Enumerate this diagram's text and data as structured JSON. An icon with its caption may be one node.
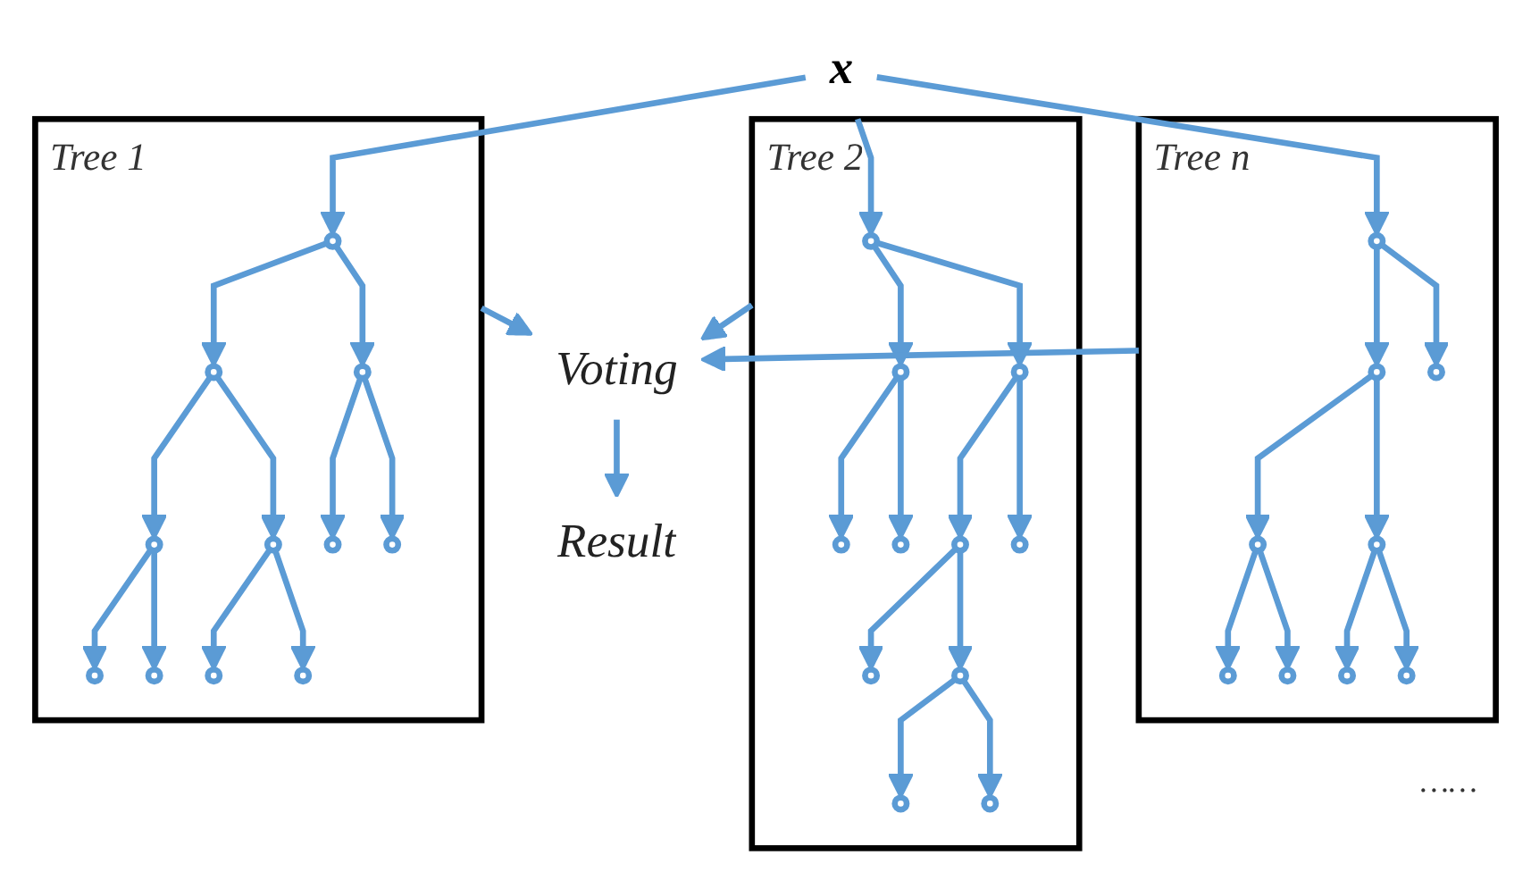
{
  "diagram": {
    "nodes": [
      {
        "text": [
          "x"
        ]
      },
      {
        "text": [
          "Tree 1"
        ]
      },
      {
        "text": [],
        "shape": "circle",
        "in": 1
      },
      {
        "text": [],
        "shape": "circle",
        "in": 1
      },
      {
        "text": [],
        "shape": "circle",
        "in": 1
      },
      {
        "text": [],
        "shape": "circle",
        "in": 1
      },
      {
        "text": [],
        "shape": "circle",
        "in": 1
      },
      {
        "text": [],
        "shape": "circle",
        "in": 1
      },
      {
        "text": [],
        "shape": "circle",
        "in": 1
      },
      {
        "text": [],
        "shape": "circle",
        "in": 1
      },
      {
        "text": [],
        "shape": "circle",
        "in": 1
      },
      {
        "text": [],
        "shape": "circle",
        "in": 1
      },
      {
        "text": [],
        "shape": "circle",
        "in": 1
      },
      {
        "text": [
          "Tree 2"
        ]
      },
      {
        "text": [],
        "shape": "circle",
        "in": 13
      },
      {
        "text": [],
        "shape": "circle",
        "in": 13
      },
      {
        "text": [],
        "shape": "circle",
        "in": 13
      },
      {
        "text": [],
        "shape": "circle",
        "in": 13
      },
      {
        "text": [],
        "shape": "circle",
        "in": 13
      },
      {
        "text": [],
        "shape": "circle",
        "in": 13
      },
      {
        "text": [],
        "shape": "circle",
        "in": 13
      },
      {
        "text": [],
        "shape": "circle",
        "in": 13
      },
      {
        "text": [],
        "shape": "circle",
        "in": 13
      },
      {
        "text": [],
        "shape": "circle",
        "in": 13
      },
      {
        "text": [],
        "shape": "circle",
        "in": 13
      },
      {
        "text": [
          "Tree n"
        ]
      },
      {
        "text": [],
        "shape": "circle",
        "in": 25
      },
      {
        "text": [],
        "shape": "circle",
        "in": 25
      },
      {
        "text": [],
        "shape": "circle",
        "in": 25
      },
      {
        "text": [],
        "shape": "circle",
        "in": 25
      },
      {
        "text": [],
        "shape": "circle",
        "in": 25
      },
      {
        "text": [],
        "shape": "circle",
        "in": 25
      },
      {
        "text": [],
        "shape": "circle",
        "in": 25
      },
      {
        "text": [],
        "shape": "circle",
        "in": 25
      },
      {
        "text": [],
        "shape": "circle",
        "in": 25
      },
      {
        "text": [
          "Voting"
        ]
      },
      {
        "text": [
          "Result"
        ]
      }
    ],
    "edges": [
      {
        "from": 0,
        "to": 2,
        "arrow": "to"
      },
      {
        "from": 0,
        "to": 14,
        "arrow": "to"
      },
      {
        "from": 0,
        "to": 26,
        "arrow": "to"
      },
      {
        "from": 2,
        "to": 3,
        "arrow": "to"
      },
      {
        "from": 2,
        "to": 4,
        "arrow": "to"
      },
      {
        "from": 3,
        "to": 5,
        "arrow": "to"
      },
      {
        "from": 3,
        "to": 6,
        "arrow": "to"
      },
      {
        "from": 5,
        "to": 7,
        "arrow": "to"
      },
      {
        "from": 5,
        "to": 8,
        "arrow": "to"
      },
      {
        "from": 6,
        "to": 9,
        "arrow": "to"
      },
      {
        "from": 6,
        "to": 10,
        "arrow": "to"
      },
      {
        "from": 4,
        "to": 11,
        "arrow": "to"
      },
      {
        "from": 4,
        "to": 12,
        "arrow": "to"
      },
      {
        "from": 14,
        "to": 15,
        "arrow": "to"
      },
      {
        "from": 14,
        "to": 16,
        "arrow": "to"
      },
      {
        "from": 15,
        "to": 17,
        "arrow": "to"
      },
      {
        "from": 15,
        "to": 18,
        "arrow": "to"
      },
      {
        "from": 16,
        "to": 19,
        "arrow": "to"
      },
      {
        "from": 16,
        "to": 20,
        "arrow": "to"
      },
      {
        "from": 19,
        "to": 21,
        "arrow": "to"
      },
      {
        "from": 19,
        "to": 22,
        "arrow": "to"
      },
      {
        "from": 22,
        "to": 23,
        "arrow": "to"
      },
      {
        "from": 22,
        "to": 24,
        "arrow": "to"
      },
      {
        "from": 26,
        "to": 27,
        "arrow": "to"
      },
      {
        "from": 26,
        "to": 28,
        "arrow": "to"
      },
      {
        "from": 27,
        "to": 29,
        "arrow": "to"
      },
      {
        "from": 27,
        "to": 30,
        "arrow": "to"
      },
      {
        "from": 29,
        "to": 31,
        "arrow": "to"
      },
      {
        "from": 29,
        "to": 32,
        "arrow": "to"
      },
      {
        "from": 30,
        "to": 33,
        "arrow": "to"
      },
      {
        "from": 30,
        "to": 34,
        "arrow": "to"
      },
      {
        "from": 1,
        "to": 35,
        "arrow": "to"
      },
      {
        "from": 13,
        "to": 35,
        "arrow": "to"
      },
      {
        "from": 25,
        "to": 35,
        "arrow": "to"
      },
      {
        "from": 35,
        "to": 36,
        "arrow": "to"
      }
    ],
    "labels": [
      "……"
    ]
  }
}
